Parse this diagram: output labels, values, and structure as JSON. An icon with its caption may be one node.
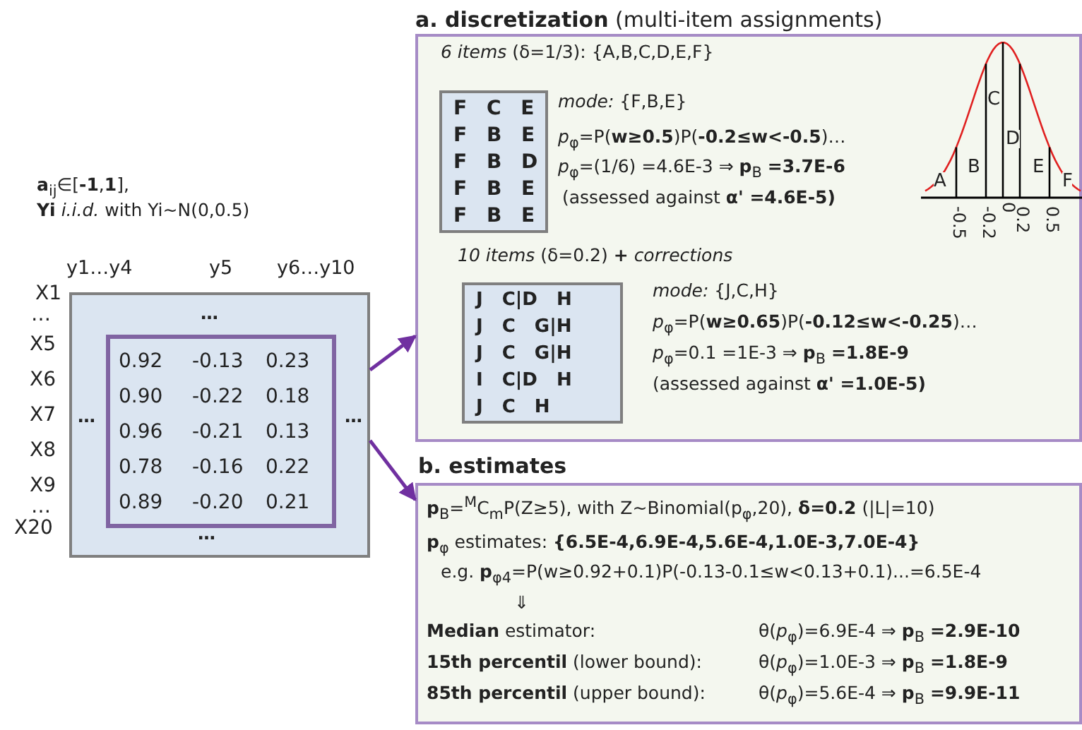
{
  "diagram": {
    "nodes": [
      {
        "text": [
          "…",
          "…",
          "…",
          "…"
        ]
      },
      {
        "text": [
          "0.92",
          "-0.13",
          "0.23",
          "0.90",
          "-0.22",
          "0.18",
          "0.96",
          "-0.21",
          "0.13",
          "0.78",
          "-0.16",
          "0.22",
          "0.89",
          "-0.20",
          "0.21"
        ],
        "in": 0
      },
      {
        "text": [
          "**a. discretization** (multi-item assignments)",
          "*6 items* (δ=1/3): {A,B,C,D,E,F}",
          "*mode:* {F,B,E}",
          "*p*$_{φ}$=P(**w≥0.5**)P(**-0.2≤w<-0.5**)…",
          "*p*$_{φ}$=(1/6) =4.6E-3 ⇒ **p**$_{B}$ **=3.7E-6**",
          "(assessed against **α' =4.6E-5)**",
          "*10 items* (δ=0.2) **+** *corrections*",
          "*mode:* {J,C,H}",
          "*p*$_{φ}$=P(**w≥0.65**)P(**-0.12≤w<-0.25**)…",
          "*p*$_{φ}$=0.1 =1E-3 ⇒ **p**$_{B}$ **=1.8E-9**",
          "(assessed against **α' =1.0E-5)**"
        ]
      },
      {
        "text": [
          "F C E",
          "F B E",
          "F B D",
          "F B E",
          "F B E"
        ],
        "in": 2
      },
      {
        "text": [
          "J C|D H",
          "J C G|H",
          "J C G|H",
          "I C|D H",
          "J C H"
        ],
        "in": 2
      },
      {
        "text": [
          "b. estimates",
          "**p**$_{B}$=$^{M}$C$_{m}$P(Z≥5), with Z~Binomial(p$_{φ}$,20), **δ=0.2** (|L|=10)",
          "**p**$_{φ}$ estimates:  **{6.5E-4,6.9E-4,5.6E-4,1.0E-3,7.0E-4}**",
          "e.g. **p**$_{φ4}$=P(w≥0.92+0.1)P(-0.13-0.1≤w<0.13+0.1)...=6.5E-4",
          "⇓",
          "**Median** estimator:",
          "θ(*p*$_{φ}$)=6.9E-4 ⇒ **p**$_{B}$ **=2.9E-10**",
          "**15th percentil** (lower bound):",
          "θ(*p*$_{φ}$)=1.0E-3 ⇒ **p**$_{B}$ **=1.8E-9**",
          "**85th percentil** (upper bound):",
          "θ(*p*$_{φ}$)=5.6E-4 ⇒ **p**$_{B}$ **=9.9E-11**"
        ]
      }
    ],
    "edges": [
      {
        "from": 0,
        "to": 2,
        "arrow": "to"
      },
      {
        "from": 0,
        "to": 5,
        "arrow": "to"
      }
    ],
    "labels": [
      "**a**$_{ij}$∈[**-1**,**1**],",
      "**Yi** *i.i.d.* with Yi~N(0,0.5)",
      "y1…y4",
      "y5",
      "y6…y10",
      "X1",
      "…",
      "X5",
      "X6",
      "X7",
      "X8",
      "X9",
      "…",
      "X20",
      "A",
      "B",
      "C",
      "D",
      "E",
      "F",
      "-0.5",
      "-0.2",
      "0",
      "0.2",
      "0.5"
    ]
  }
}
